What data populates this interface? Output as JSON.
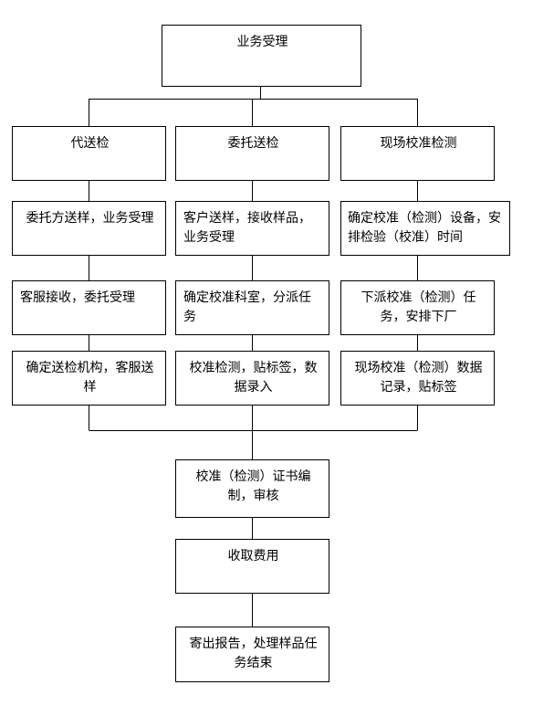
{
  "diagram": {
    "top": "业务受理",
    "columns": [
      {
        "header": "代送检",
        "steps": [
          "委托方送样，业务受理",
          "客服接收，委托受理",
          "确定送检机构，客服送样"
        ]
      },
      {
        "header": "委托送检",
        "steps": [
          "客户送样，接收样品，业务受理",
          "确定校准科室，分派任务",
          "校准检测，贴标签，数据录入"
        ]
      },
      {
        "header": "现场校准检测",
        "steps": [
          "确定校准（检测）设备，安排检验（校准）时间",
          "下派校准（检测）任务，安排下厂",
          "现场校准（检测）数据记录，贴标签"
        ]
      }
    ],
    "bottom": [
      "校准（检测）证书编制，审核",
      "收取费用",
      "寄出报告，处理样品任务结束"
    ]
  }
}
